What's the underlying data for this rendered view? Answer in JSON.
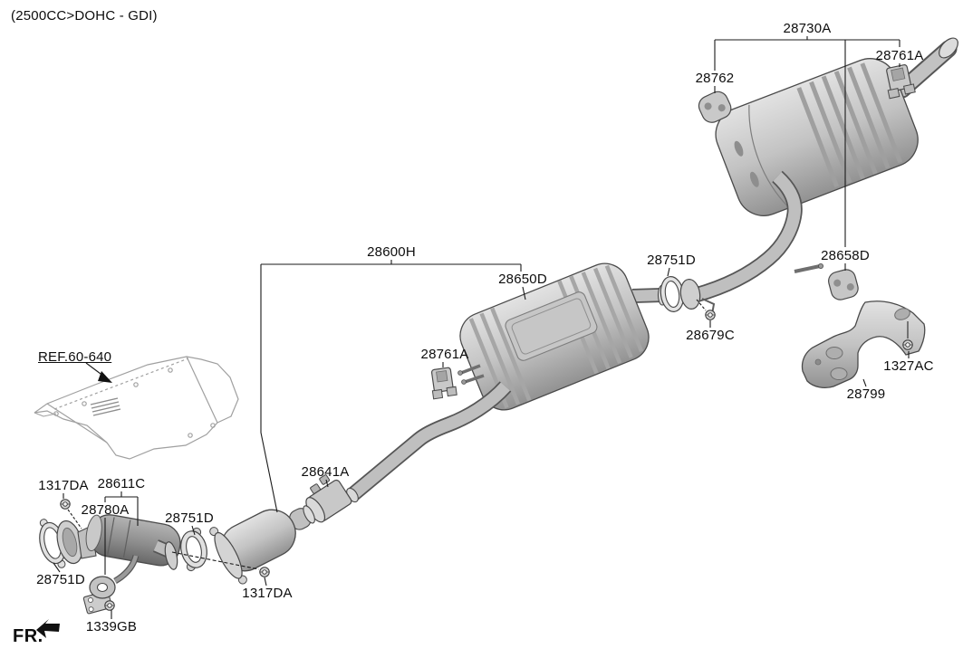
{
  "title": "(2500CC>DOHC - GDI)",
  "front_marker": "FR.",
  "ref_callout": "REF.60-640",
  "parts": {
    "rear_muffler_assembly": "28730A",
    "hanger_rear_right": "28761A",
    "hanger_rear_left": "28762",
    "hanger_rear_center": "28658D",
    "center_muffler_assembly": "28600H",
    "center_muffler": "28650D",
    "gasket_rear_joint": "28751D",
    "nut_rear_joint": "28679C",
    "bolt_heat_protector": "1327AC",
    "heat_protector_rear": "28799",
    "hanger_center_muffler": "28761A",
    "clamp_exhaust_pipe": "28641A",
    "nut_front_flange": "1317DA",
    "front_muffler_assembly": "28611C",
    "hanger_front_pipe": "28780A",
    "gasket_front_flange": "28751D",
    "gasket_center_joint": "28751D",
    "nut_center_joint": "1317DA",
    "bolt_front_hanger": "1339GB"
  },
  "colors": {
    "background": "#ffffff",
    "leader_line": "#1a1a1a",
    "outline": "#4a4a4a",
    "metal_light": "#dedede",
    "metal_mid": "#c2c2c2",
    "metal_dark": "#8f8f8f",
    "ref_outline": "#a0a0a0"
  }
}
